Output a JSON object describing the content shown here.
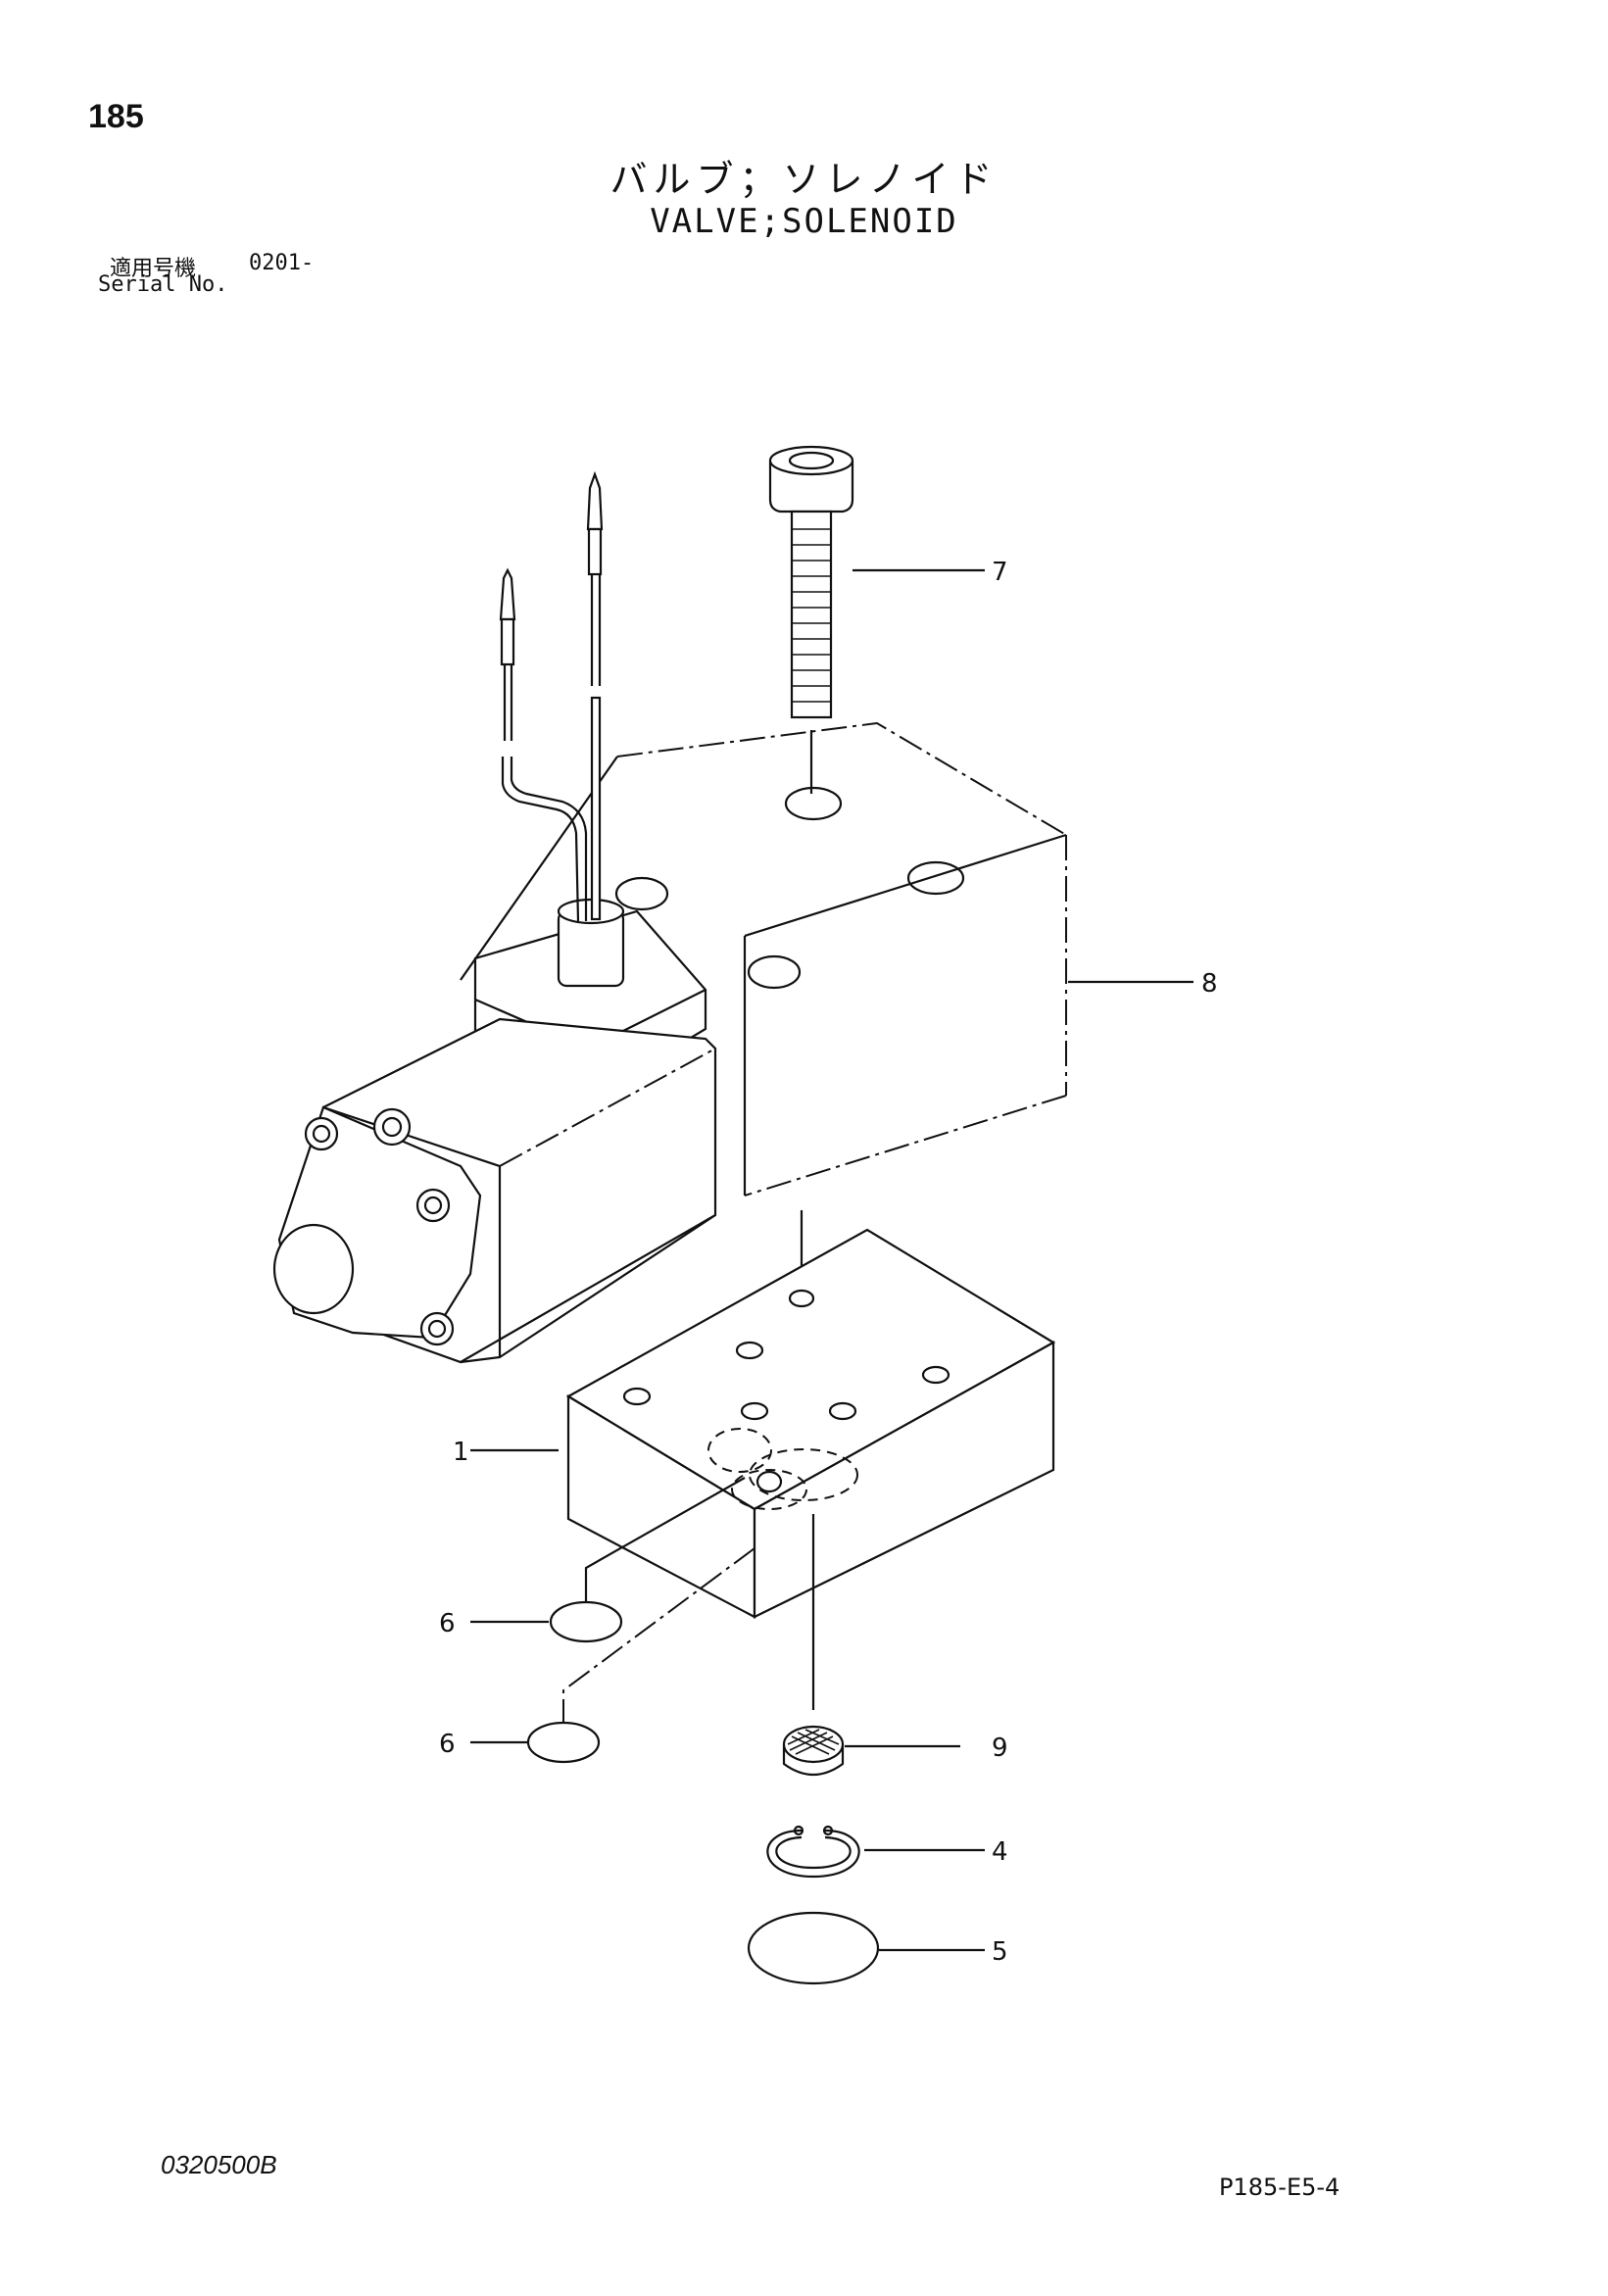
{
  "header": {
    "page_number": "185",
    "title_jp": "バルブ；ソレノイド",
    "title_en": "VALVE;SOLENOID",
    "serial_label_jp": "適用号機",
    "serial_from": "0201-",
    "serial_label_en": "Serial No."
  },
  "diagram": {
    "callouts": [
      {
        "id": "c7",
        "label": "7"
      },
      {
        "id": "c8",
        "label": "8"
      },
      {
        "id": "c1",
        "label": "1"
      },
      {
        "id": "c6a",
        "label": "6"
      },
      {
        "id": "c6b",
        "label": "6"
      },
      {
        "id": "c9",
        "label": "9"
      },
      {
        "id": "c4",
        "label": "4"
      },
      {
        "id": "c5",
        "label": "5"
      }
    ]
  },
  "footer": {
    "drawing_code": "0320500B",
    "page_ref": "P185-E5-4"
  }
}
